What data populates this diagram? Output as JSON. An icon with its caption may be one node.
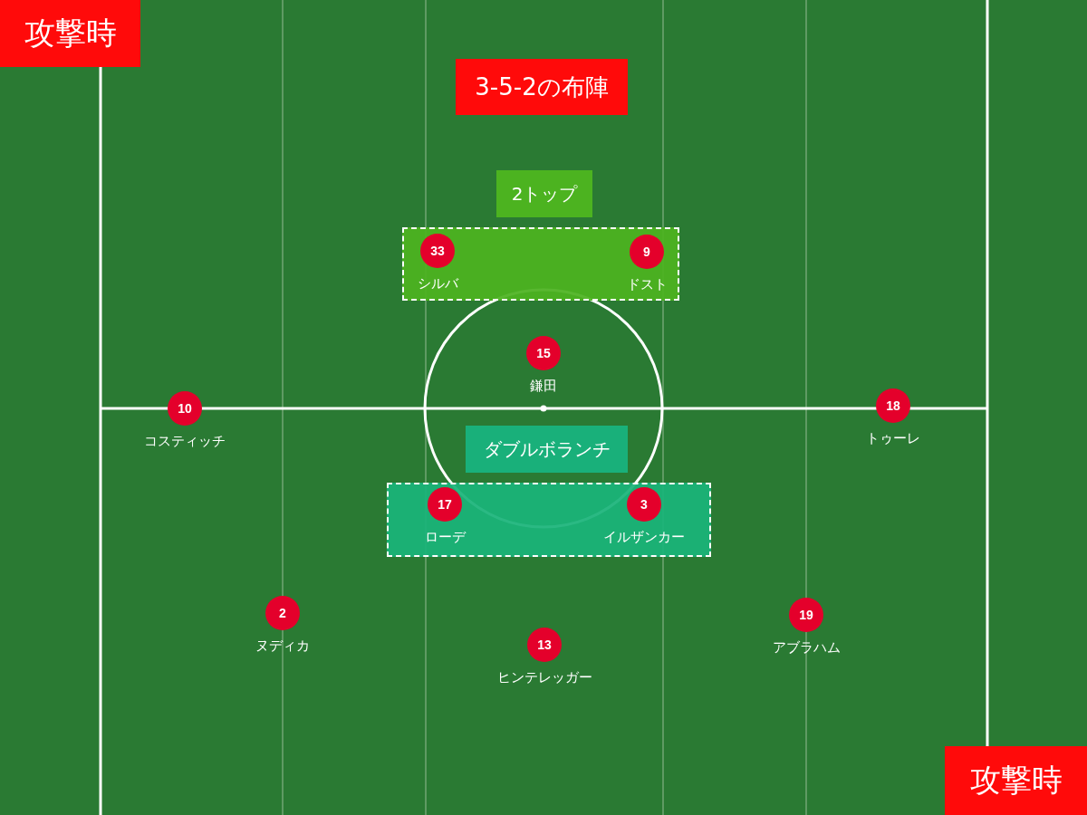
{
  "diagram": {
    "nodes": [
      {
        "text": [
          "3-5-2の布陣"
        ]
      },
      {
        "text": [
          "攻撃時"
        ]
      },
      {
        "text": [
          "2トップ"
        ]
      },
      {
        "text": [],
        "shape": "box"
      },
      {
        "text": [
          "33"
        ],
        "beside": [
          "シルバ"
        ],
        "in": 3
      },
      {
        "text": [
          "9"
        ],
        "beside": [
          "ドスト"
        ],
        "in": 3
      },
      {
        "text": [
          "15"
        ],
        "beside": [
          "鎌田"
        ]
      },
      {
        "text": [
          "10"
        ],
        "beside": [
          "コスティッチ"
        ]
      },
      {
        "text": [
          "18"
        ],
        "beside": [
          "トゥーレ"
        ]
      },
      {
        "text": [
          "ダブルボランチ"
        ]
      },
      {
        "text": [],
        "shape": "box"
      },
      {
        "text": [
          "17"
        ],
        "beside": [
          "ローデ"
        ],
        "in": 10
      },
      {
        "text": [
          "3"
        ],
        "beside": [
          "イルザンカー"
        ],
        "in": 10
      },
      {
        "text": [
          "2"
        ],
        "beside": [
          "ヌディカ"
        ]
      },
      {
        "text": [
          "19"
        ],
        "beside": [
          "アブラハム"
        ]
      },
      {
        "text": [
          "13"
        ],
        "beside": [
          "ヒンテレッガー"
        ]
      },
      {
        "text": [
          "攻撃時"
        ]
      }
    ]
  }
}
